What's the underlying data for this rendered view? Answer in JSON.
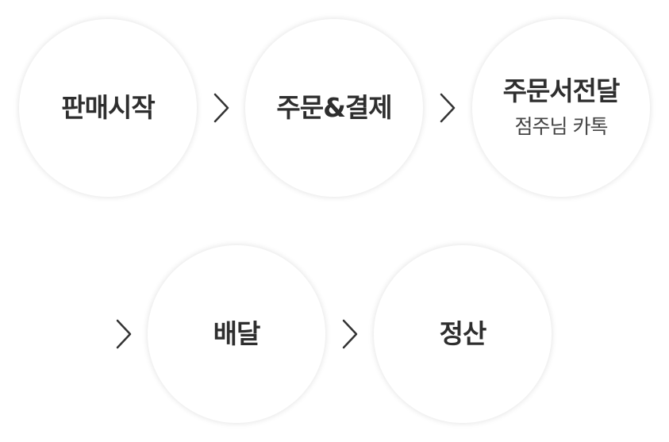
{
  "steps": [
    {
      "label": "판매시작",
      "sublabel": ""
    },
    {
      "label": "주문&결제",
      "sublabel": ""
    },
    {
      "label": "주문서전달",
      "sublabel": "점주님 카톡"
    },
    {
      "label": "배달",
      "sublabel": ""
    },
    {
      "label": "정산",
      "sublabel": ""
    }
  ],
  "colors": {
    "circle_fill": "#ffffff",
    "text": "#2e2e2e",
    "subtext": "#444444",
    "arrow": "#333333"
  },
  "icons": {
    "arrow": "chevron-right-icon"
  }
}
